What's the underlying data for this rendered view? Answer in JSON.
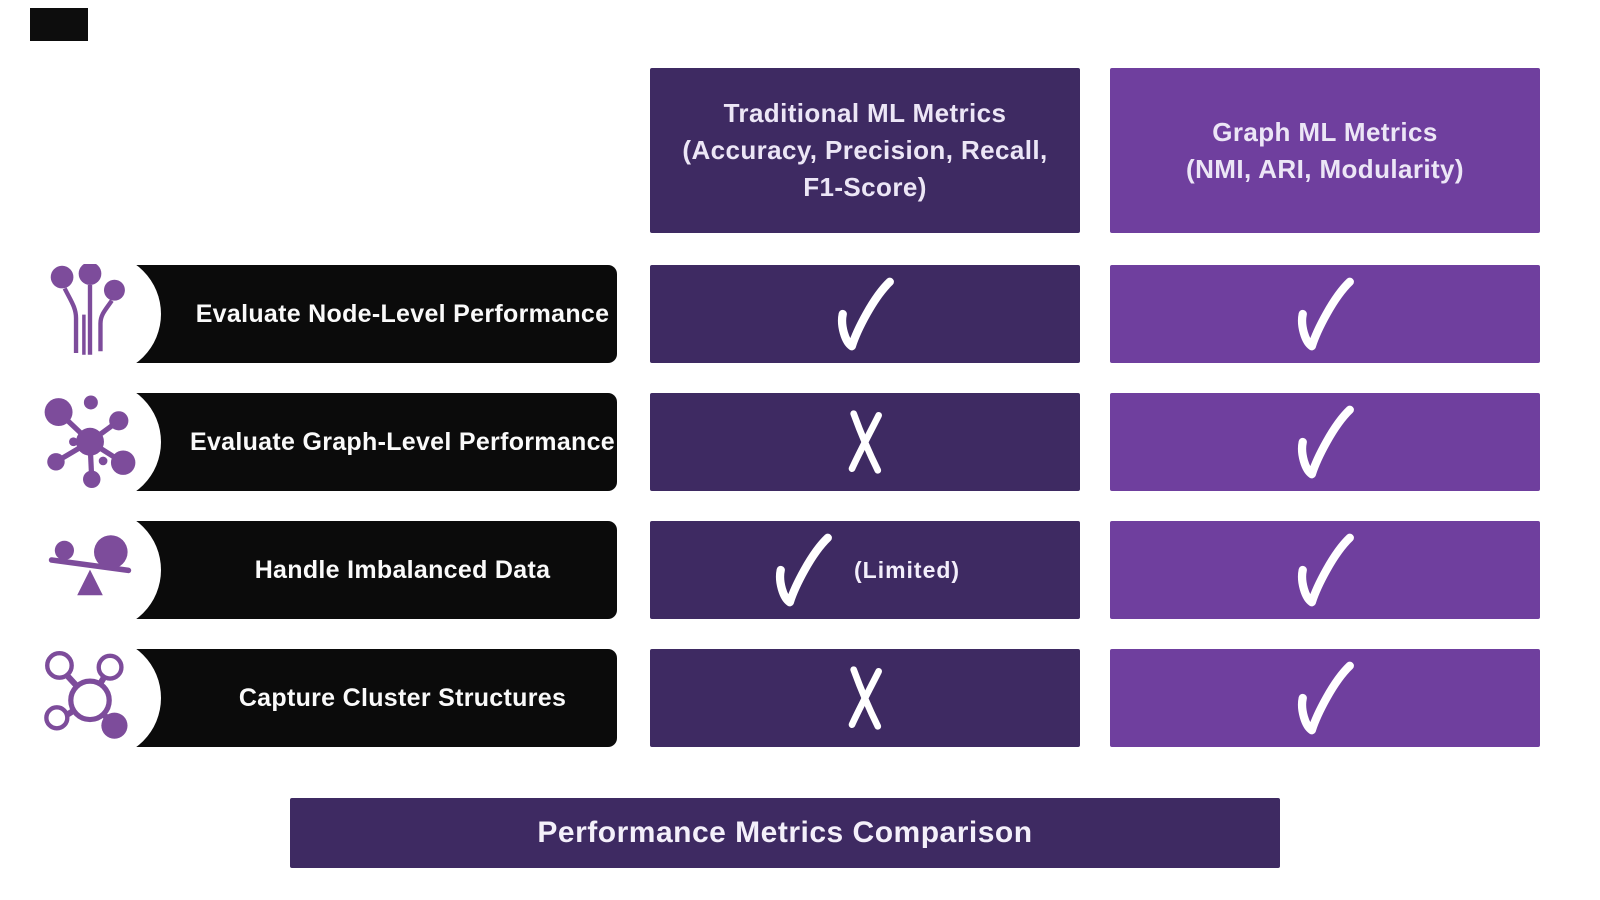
{
  "colors": {
    "dark_purple": "#3E2A62",
    "medium_purple": "#6F3F9E",
    "icon_purple": "#7D4C9B",
    "pill_black": "#0B0B0B"
  },
  "columns": [
    {
      "title": "Traditional ML Metrics\n(Accuracy, Precision, Recall,\nF1-Score)"
    },
    {
      "title": "Graph ML Metrics\n(NMI, ARI, Modularity)"
    }
  ],
  "rows": [
    {
      "label": "Evaluate Node-Level Performance",
      "icon": "node-pins-icon",
      "cells": [
        {
          "mark": "check",
          "note": ""
        },
        {
          "mark": "check",
          "note": ""
        }
      ]
    },
    {
      "label": "Evaluate Graph-Level Performance",
      "icon": "network-hub-icon",
      "cells": [
        {
          "mark": "x",
          "note": ""
        },
        {
          "mark": "check",
          "note": ""
        }
      ]
    },
    {
      "label": "Handle Imbalanced Data",
      "icon": "balance-scale-icon",
      "cells": [
        {
          "mark": "check",
          "note": "(Limited)"
        },
        {
          "mark": "check",
          "note": ""
        }
      ]
    },
    {
      "label": "Capture Cluster Structures",
      "icon": "cluster-molecule-icon",
      "cells": [
        {
          "mark": "x",
          "note": ""
        },
        {
          "mark": "check",
          "note": ""
        }
      ]
    }
  ],
  "footer": {
    "title": "Performance Metrics Comparison"
  }
}
